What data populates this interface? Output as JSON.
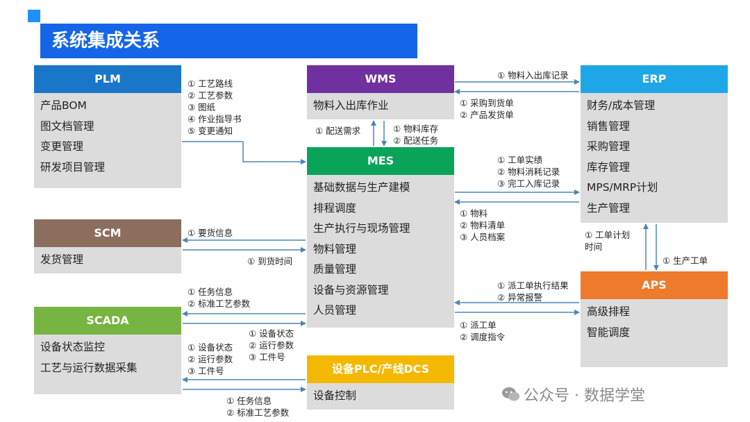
{
  "title": "系统集成关系",
  "boxes": {
    "plm": {
      "name": "PLM",
      "color": "#1976c8",
      "items": [
        "产品BOM",
        "图文档管理",
        "变更管理",
        "研发项目管理"
      ]
    },
    "wms": {
      "name": "WMS",
      "color": "#7030a0",
      "items": [
        "物料入出库作业"
      ]
    },
    "erp": {
      "name": "ERP",
      "color": "#1ea7e6",
      "items": [
        "财务/成本管理",
        "销售管理",
        "采购管理",
        "库存管理",
        "MPS/MRP计划",
        "生产管理"
      ]
    },
    "mes": {
      "name": "MES",
      "color": "#0aa35a",
      "items": [
        "基础数据与生产建模",
        "排程调度",
        "生产执行与现场管理",
        "物料管理",
        "质量管理",
        "设备与资源管理",
        "人员管理"
      ]
    },
    "scm": {
      "name": "SCM",
      "color": "#8c6e5f",
      "items": [
        "发货管理"
      ]
    },
    "aps": {
      "name": "APS",
      "color": "#ee7a2c",
      "items": [
        "高级排程",
        "智能调度"
      ]
    },
    "scada": {
      "name": "SCADA",
      "color": "#78b442",
      "items": [
        "设备状态监控",
        "工艺与运行数据采集"
      ]
    },
    "plc": {
      "name": "设备PLC/产线DCS",
      "color": "#f5b800",
      "items": [
        "设备控制"
      ]
    }
  },
  "labels": {
    "plm_mes": "① 工艺路线\n② 工艺参数\n③ 图纸\n④ 作业指导书\n⑤ 变更通知",
    "wms_erp_top": "① 物料入出库记录",
    "erp_wms": "① 采购到货单\n② 产品发货单",
    "mes_wms_demand": "① 配送需求",
    "wms_mes_stock": "① 物料库存\n② 配送任务",
    "mes_erp": "① 工单实绩\n② 物料消耗记录\n③ 完工入库记录",
    "erp_mes": "① 物料\n② 物料清单\n③ 人员档案",
    "mes_scm": "① 要货信息",
    "scm_mes": "① 到货时间",
    "aps_erp": "① 工单计划\n时间",
    "erp_aps": "① 生产工单",
    "aps_mes_top": "① 派工单执行结果\n② 异常报警",
    "aps_mes_bottom": "① 派工单\n② 调度指令",
    "mes_scada_task": "① 任务信息\n② 标准工艺参数",
    "scada_mes_status": "① 设备状态\n② 运行参数\n③ 工件号",
    "plc_scada_status": "① 设备状态\n② 运行参数\n③ 工件号",
    "scada_plc_task": "① 任务信息\n② 标准工艺参数"
  },
  "watermark": "公众号 · 数据学堂",
  "arrow_color": "#4a86b8"
}
